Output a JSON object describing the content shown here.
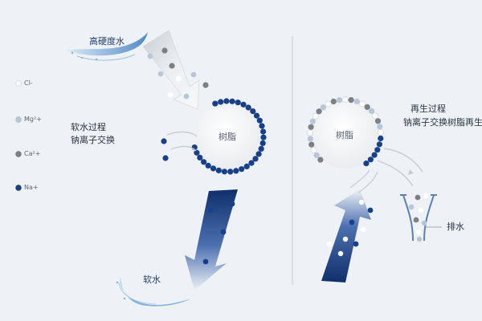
{
  "legend": [
    {
      "label": "Cl-",
      "color": "#ffffff",
      "stroke": "#c9ced6"
    },
    {
      "label": "Mg²+",
      "color": "#b7c6d9",
      "stroke": "#9fb0c6"
    },
    {
      "label": "Ca²+",
      "color": "#7b7f86",
      "stroke": "#6a6e74"
    },
    {
      "label": "Na+",
      "color": "#163f8c",
      "stroke": "#0f2f6b"
    }
  ],
  "left": {
    "input_label": "高硬度水",
    "process_title": "软水过程",
    "process_subtitle": "钠离子交换",
    "resin_label": "树脂",
    "output_label": "软水"
  },
  "right": {
    "process_title": "再生过程",
    "process_subtitle": "钠离子交换树脂再生",
    "resin_label": "树脂",
    "drain_label": "排水"
  },
  "colors": {
    "background": "#eef2f6",
    "resin": "#f5f5f5",
    "sodium": "#163f8c",
    "calcium": "#7b7f86",
    "magnesium": "#b7c6d9",
    "arrow_gray": "#d9dde2",
    "arrow_blue": "#1c3f86",
    "divider": "#c7ccd3"
  }
}
